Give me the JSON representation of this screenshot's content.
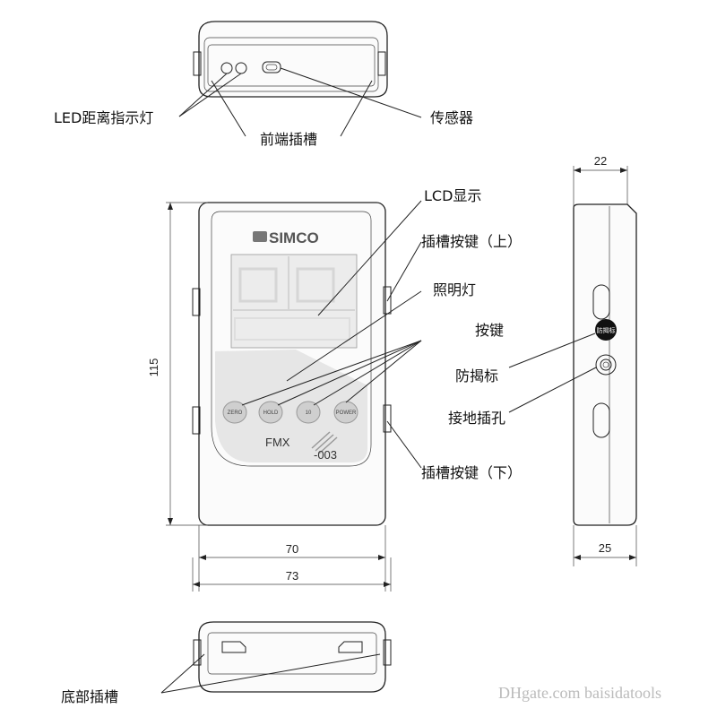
{
  "labels": {
    "led": "LED距离指示灯",
    "front_slot": "前端插槽",
    "sensor": "传感器",
    "lcd": "LCD显示",
    "slot_button_top": "插槽按键（上）",
    "light": "照明灯",
    "keys": "按键",
    "anti_drop": "防揭标",
    "ground_hole": "接地插孔",
    "slot_button_bottom": "插槽按键（下）",
    "bottom_slot": "底部插槽"
  },
  "dimensions": {
    "height": "115",
    "width_inner": "70",
    "width_outer": "73",
    "depth_top": "22",
    "depth_bottom": "25"
  },
  "device": {
    "brand": "SIMCO",
    "model": "FMX",
    "model_suffix": "-003",
    "buttons": [
      "ZERO",
      "HOLD",
      "10",
      "POWER"
    ],
    "side_label": "防揭标"
  },
  "watermark": "DHgate.com baisidatools",
  "colors": {
    "line": "#222222",
    "screen": "#eeeeee",
    "button": "#cfcfcf"
  }
}
